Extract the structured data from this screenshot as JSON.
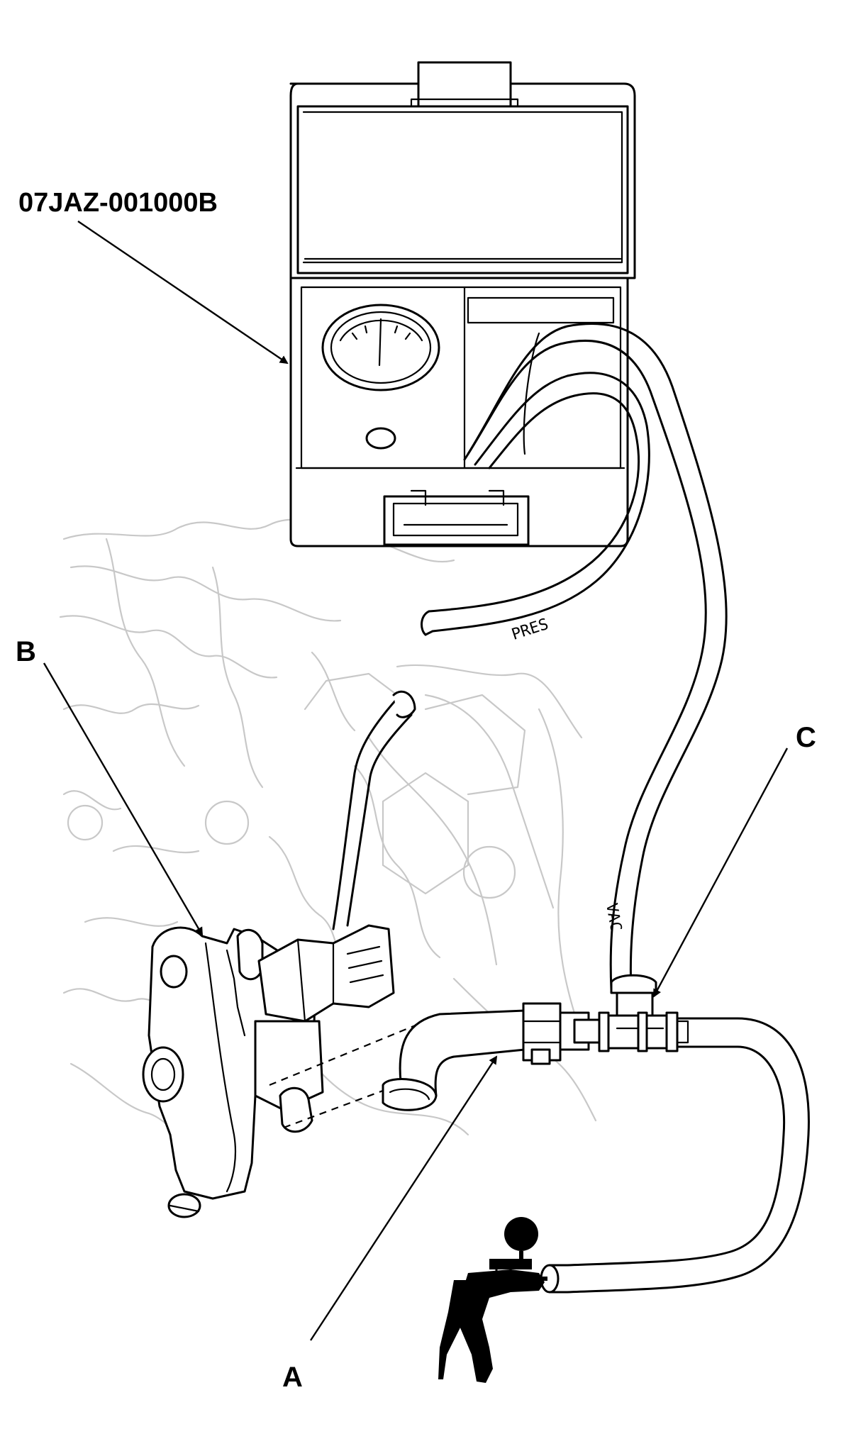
{
  "callouts": {
    "tool": "07JAZ-001000B",
    "a": "A",
    "b": "B",
    "c": "C"
  },
  "hose_labels": {
    "press": "PRES",
    "vac": "VAC"
  }
}
